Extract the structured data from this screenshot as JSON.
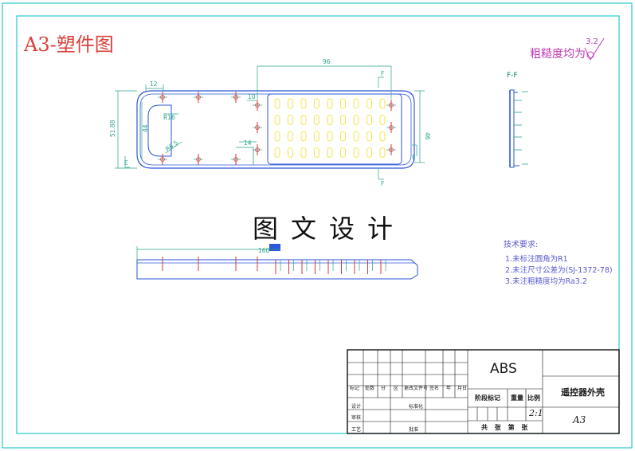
{
  "drawing": {
    "sheet_title": "A3-塑件图",
    "roughness_note": "粗糙度均为",
    "roughness_value": "3.2",
    "watermark": "图文设计",
    "section_label": "F-F",
    "dimensions": {
      "top_12": "12",
      "top_96": "96",
      "r16": "R16",
      "r6_5": "R6.5",
      "h_44": "44",
      "h_46": "46",
      "left_total": "51.88",
      "w_14": "14",
      "w_10": "10",
      "bottom_160": "160"
    },
    "markers": {
      "e_left": "E",
      "e_right": "E",
      "f_top": "F",
      "f_bottom": "F"
    },
    "tech_requirements": {
      "title": "技术要求:",
      "items": [
        "1.未标注圆角为R1",
        "2.未注尺寸公差为(SJ-1372-78)",
        "3.未注粗糙度均为Ra3.2"
      ]
    }
  },
  "title_block": {
    "material": "ABS",
    "part_name": "遥控器外壳",
    "scale": "2:1",
    "sheet_size": "A3",
    "headers": {
      "stage_mark": "阶段标记",
      "weight": "重量",
      "scale": "比例",
      "sheet_info": "共 张 第 张"
    },
    "revision_headers": [
      "标记",
      "处数",
      "分",
      "区",
      "更改文件号",
      "签名",
      "年",
      "月",
      "日"
    ],
    "left_rows": [
      "设计",
      "审核",
      "工艺"
    ],
    "mid_labels": [
      "标准化",
      "批准"
    ]
  },
  "colors": {
    "border": "#27c9cf",
    "body_outline": "#2b56d8",
    "dimension": "#2aa28a",
    "hole": "#f0e85a",
    "center_mark": "#d13a3a",
    "title_red": "#d9403a",
    "note_purple": "#c03ab0",
    "tech_blue": "#5a5ad0"
  }
}
